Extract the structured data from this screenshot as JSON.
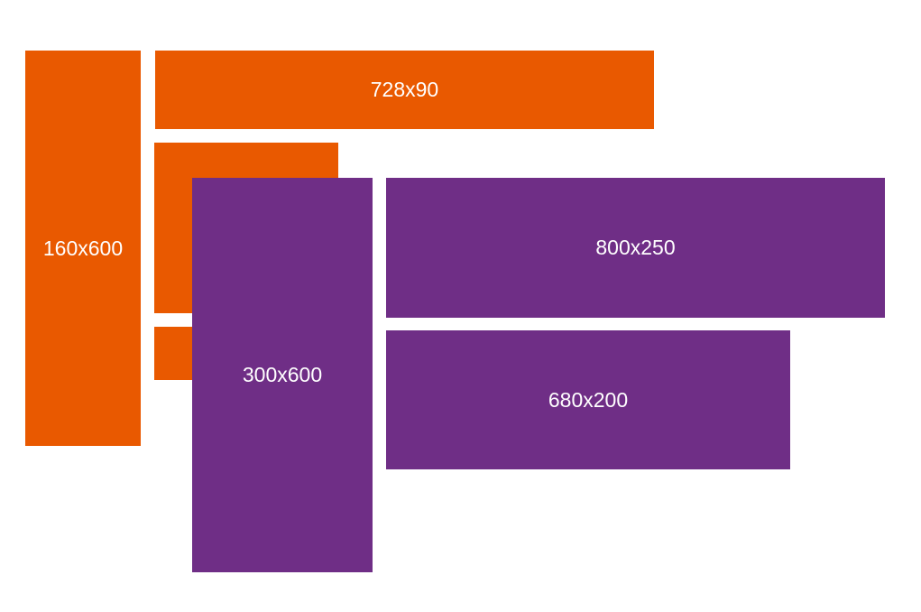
{
  "colors": {
    "orange": "#E95900",
    "purple": "#6F2E86"
  },
  "boxes": {
    "b160x600": "160x600",
    "b728x90": "728x90",
    "b300x600": "300x600",
    "b800x250": "800x250",
    "b680x200": "680x200"
  }
}
